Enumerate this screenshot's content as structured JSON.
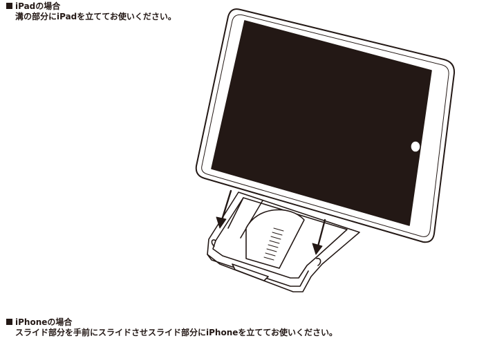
{
  "ipad_section": {
    "heading": "iPadの場合",
    "body": "溝の部分にiPadを立ててお使いください。"
  },
  "iphone_section": {
    "heading": "iPhoneの場合",
    "body": "スライド部分を手前にスライドさせスライド部分にiPhoneを立ててお使いください。"
  },
  "illustration": {
    "icon": "ipad-on-stand-illustration",
    "colors": {
      "line": "#231815",
      "screen": "#231815",
      "fill": "#ffffff"
    }
  }
}
